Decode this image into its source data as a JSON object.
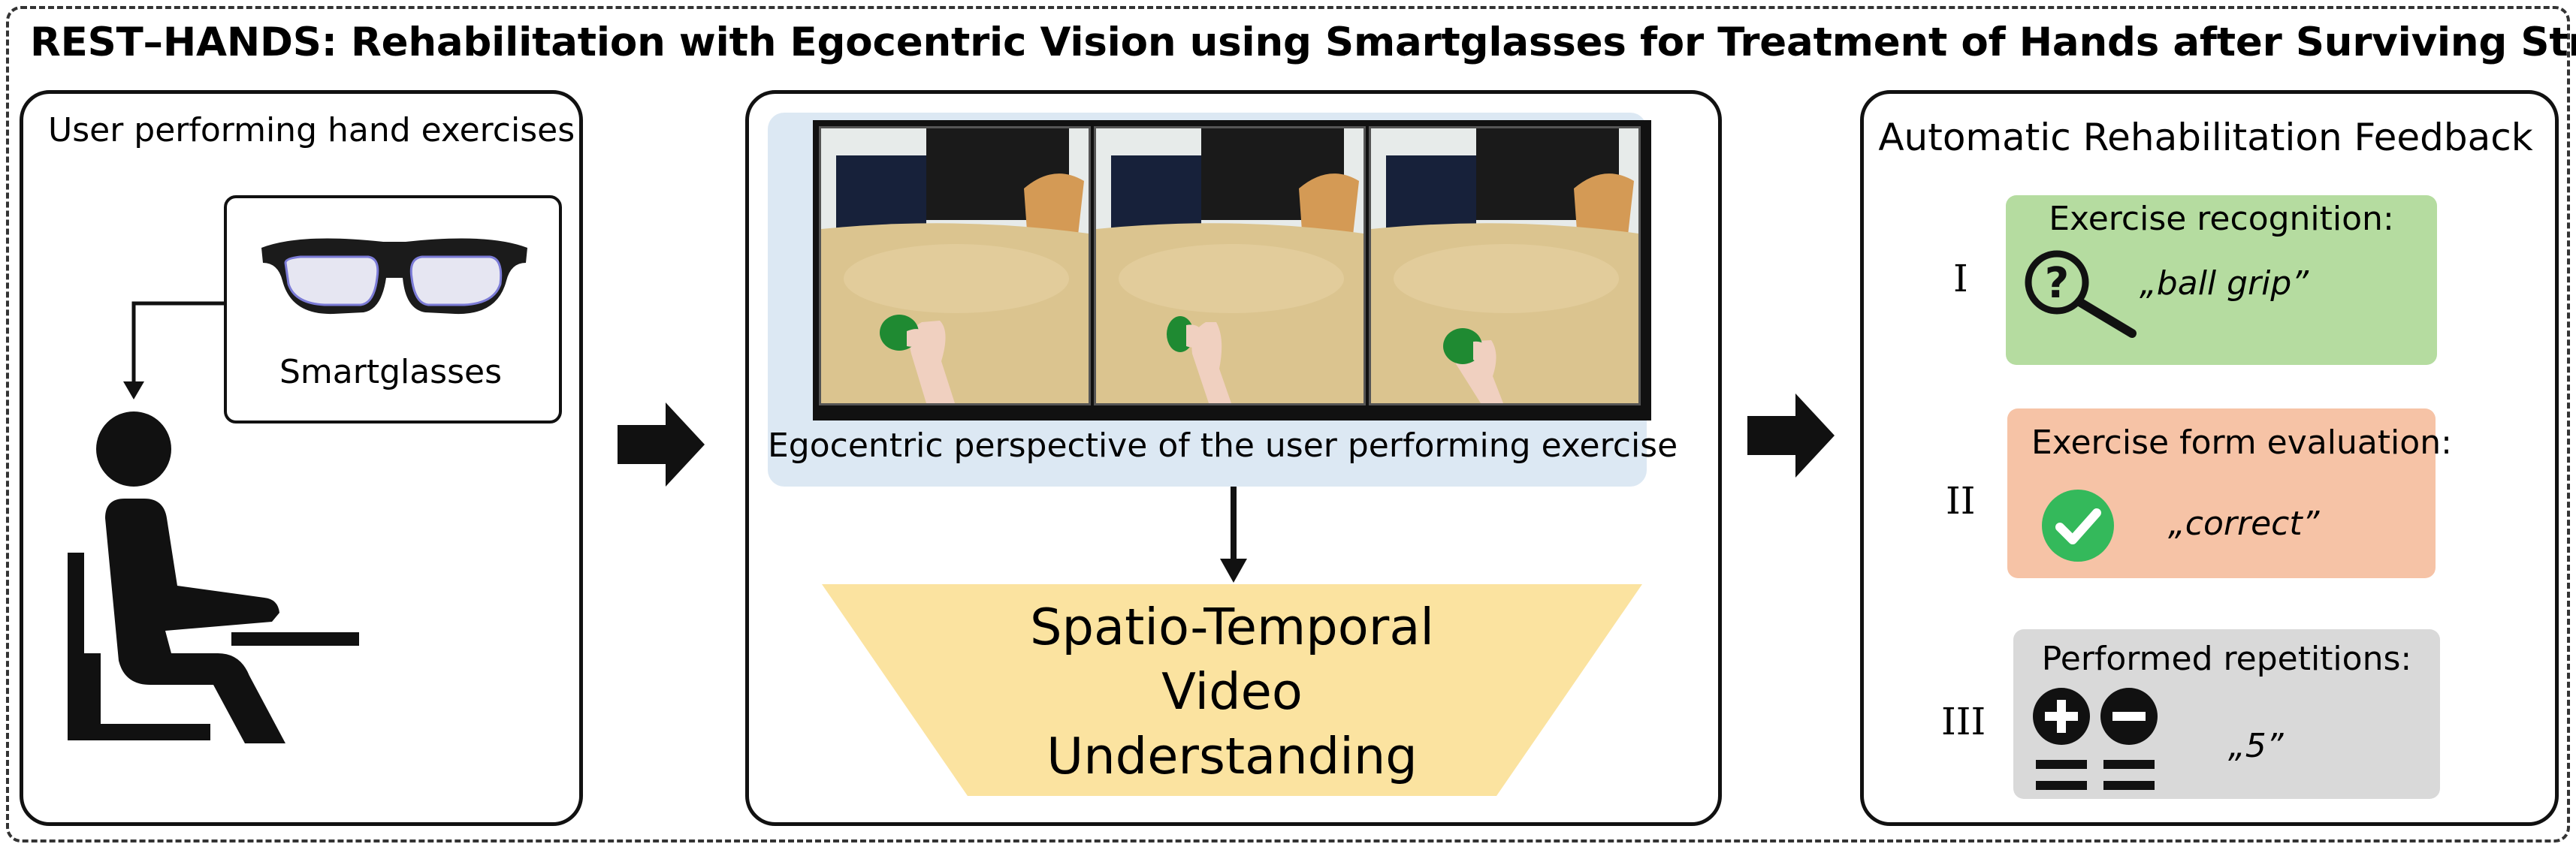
{
  "title": "REST–HANDS: Rehabilitation with Egocentric Vision using Smartglasses for Treatment of Hands after Surviving Stroke",
  "left_panel": {
    "heading": "User performing hand exercises",
    "device_label": "Smartglasses"
  },
  "middle_panel": {
    "caption": "Egocentric perspective of the user performing exercise",
    "model_lines": [
      "Spatio-Temporal",
      "Video",
      "Understanding"
    ]
  },
  "right_panel": {
    "heading": "Automatic Rehabilitation Feedback",
    "items": [
      {
        "numeral": "I",
        "title": "Exercise recognition:",
        "value": "„ball grip”",
        "color": "#b5dca0"
      },
      {
        "numeral": "II",
        "title": "Exercise form evaluation:",
        "value": "„correct”",
        "color": "#f6c3a6"
      },
      {
        "numeral": "III",
        "title": "Performed repetitions:",
        "value": "„5”",
        "color": "#d9d9d9"
      }
    ]
  },
  "colors": {
    "caption_bg": "#dce8f3",
    "trapezoid": "#fbe3a0",
    "check": "#34b95b"
  }
}
